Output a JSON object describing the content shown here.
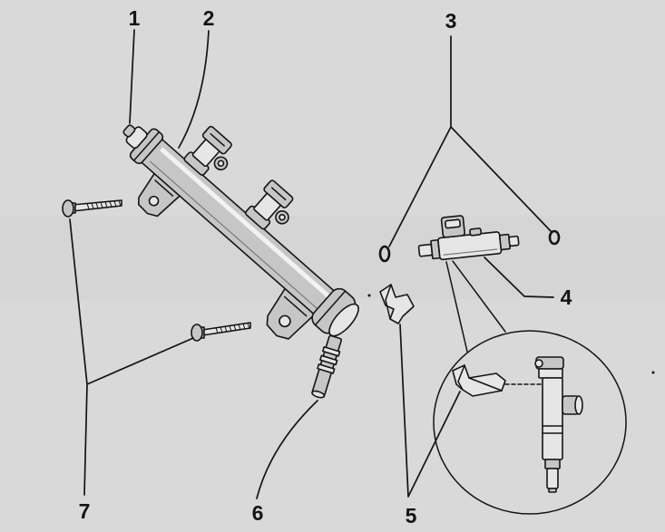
{
  "callouts": [
    "1",
    "2",
    "3",
    "4",
    "5",
    "6",
    "7"
  ],
  "colors": {
    "background": "#d9d9d9",
    "ink": "#141414",
    "part": "#c6c6c6",
    "part_light": "#e6e6e6",
    "highlight": "#f2f2f2",
    "scan_band": "#d1d1d1"
  }
}
